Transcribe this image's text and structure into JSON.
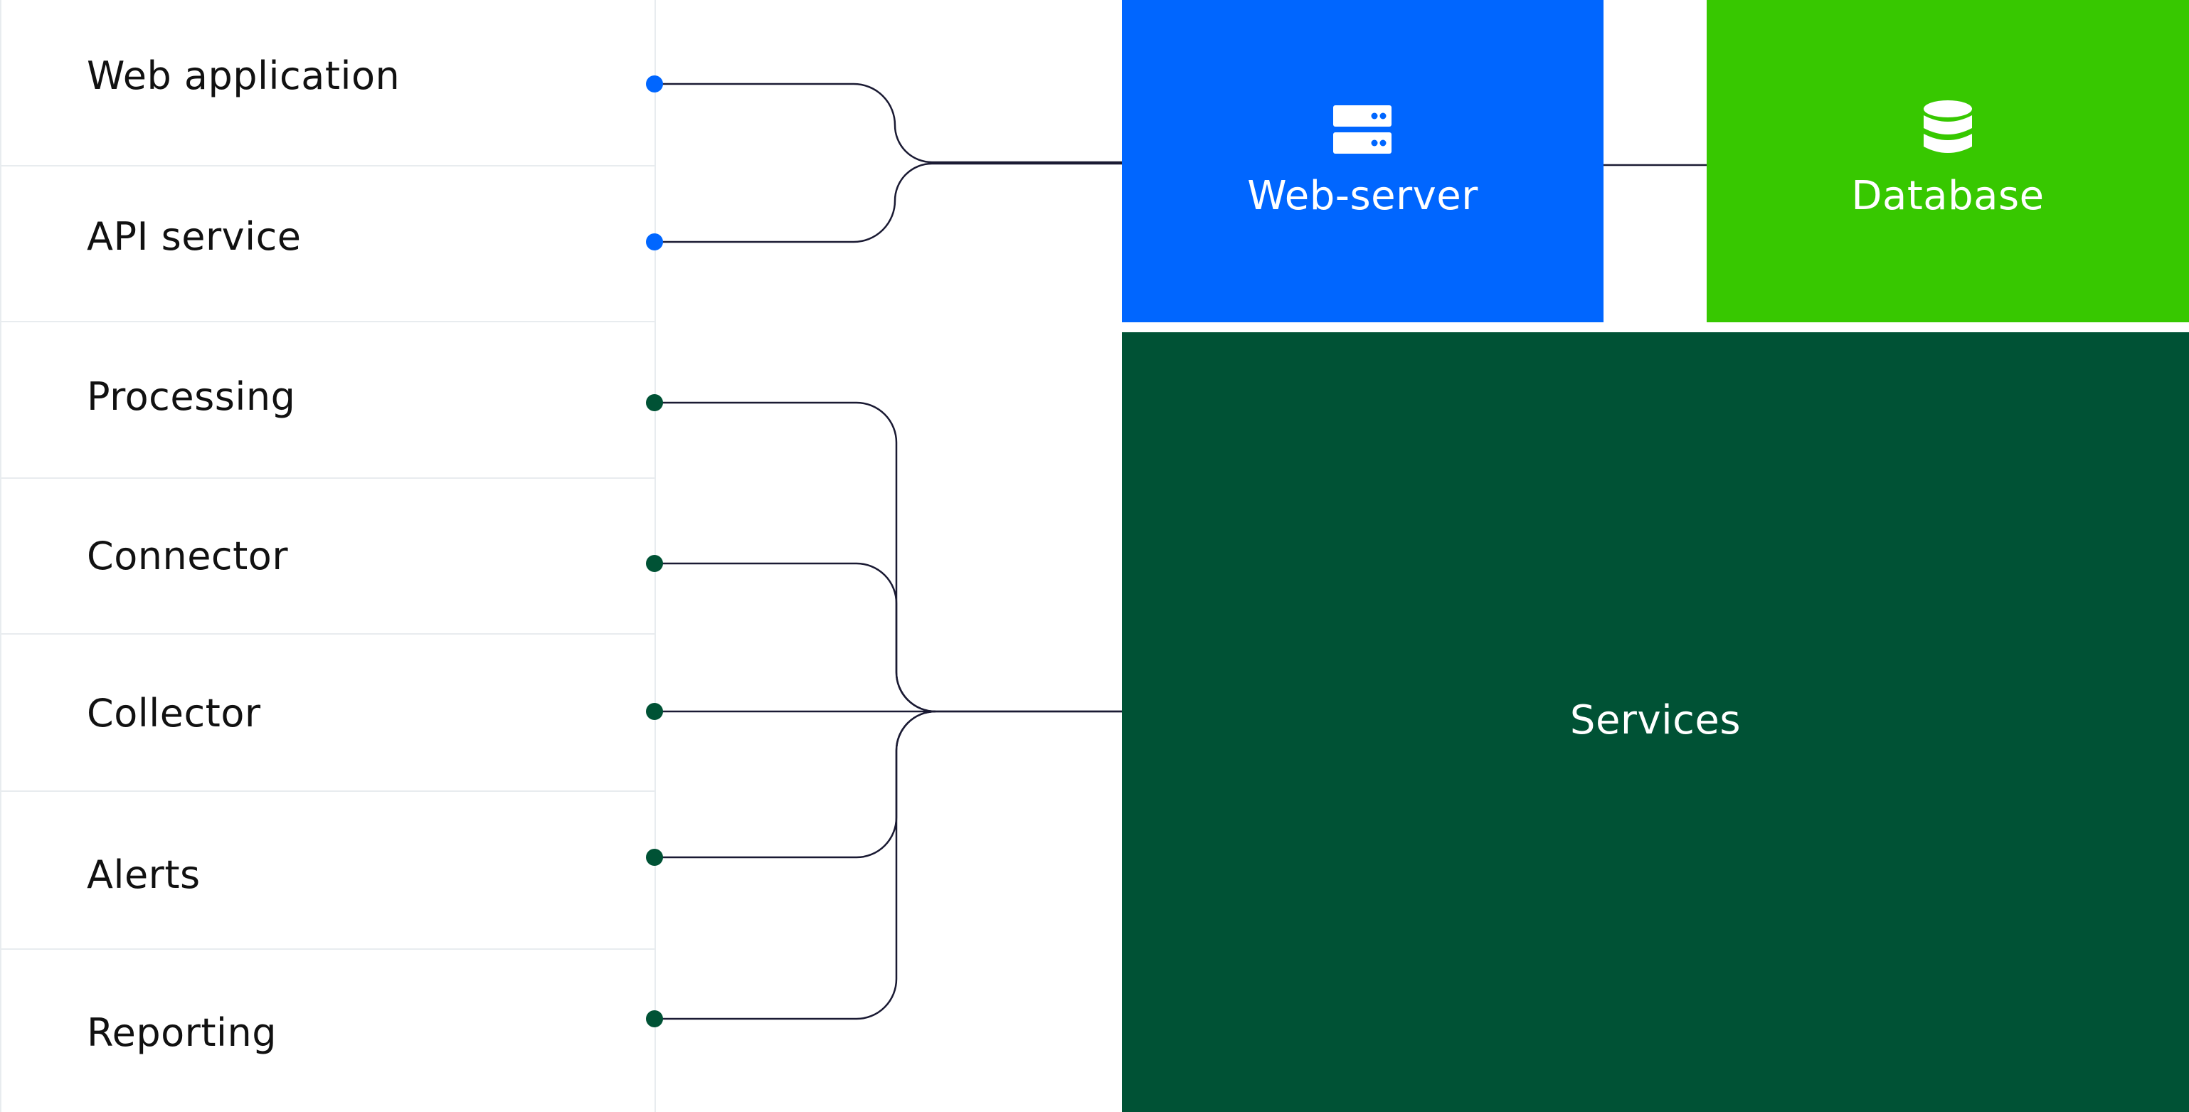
{
  "components": [
    {
      "label": "Web application",
      "group": "web"
    },
    {
      "label": "API service",
      "group": "web"
    },
    {
      "label": "Processing",
      "group": "services"
    },
    {
      "label": "Connector",
      "group": "services"
    },
    {
      "label": "Collector",
      "group": "services"
    },
    {
      "label": "Alerts",
      "group": "services"
    },
    {
      "label": "Reporting",
      "group": "services"
    }
  ],
  "webserver": {
    "label": "Web-server",
    "icon": "server-icon"
  },
  "database": {
    "label": "Database",
    "icon": "database-icon"
  },
  "services": {
    "label": "Services"
  },
  "colors": {
    "web_dot": "#0066ff",
    "services_dot": "#005235",
    "line": "#1a1a33",
    "webserver_bg": "#0066ff",
    "database_bg": "#37c800",
    "services_bg": "#005235"
  }
}
